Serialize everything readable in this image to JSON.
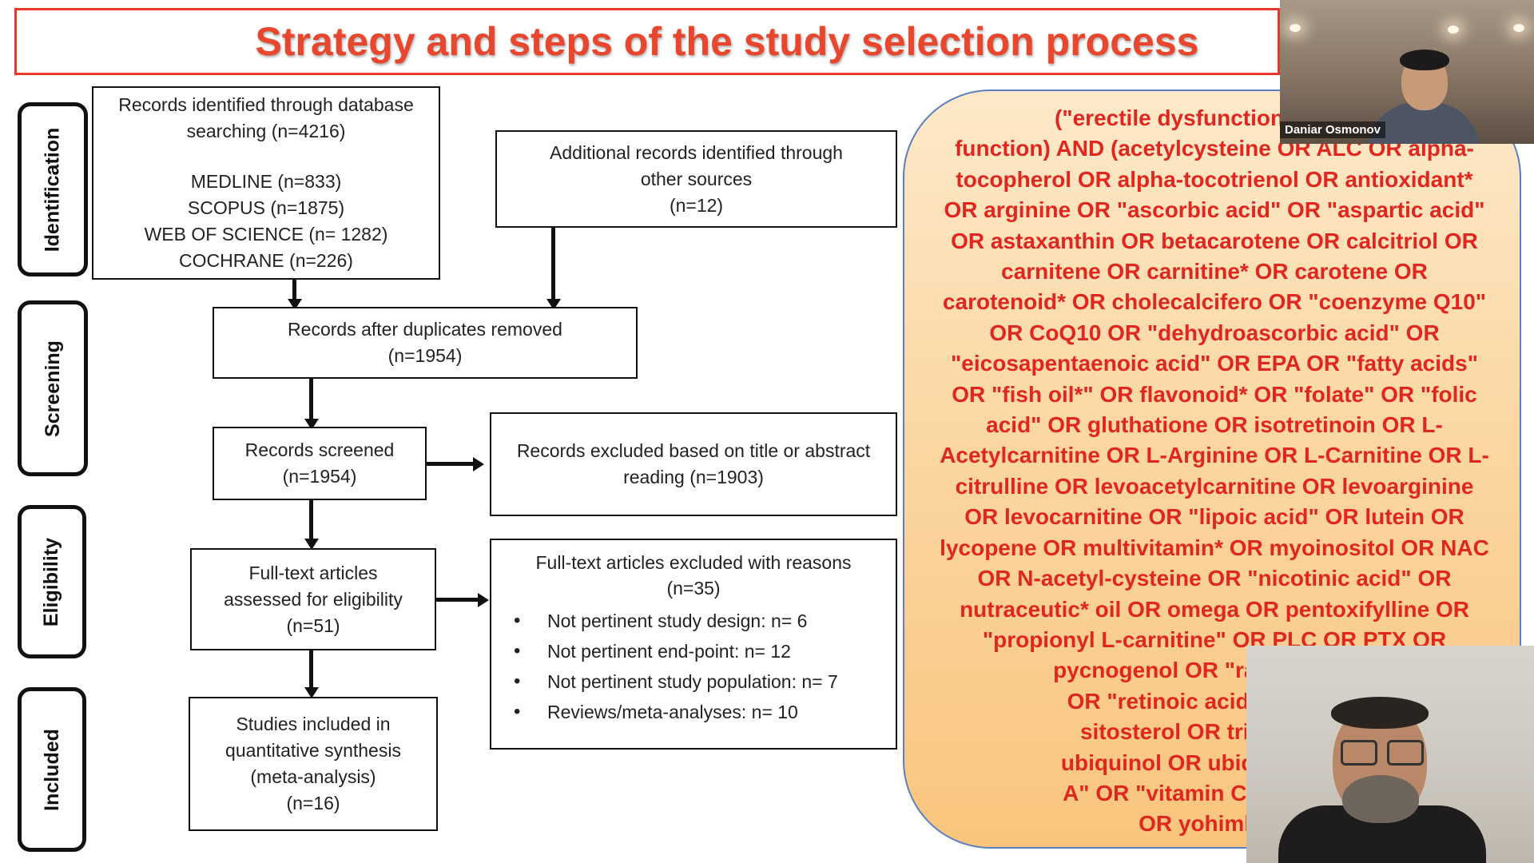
{
  "slide": {
    "title": "Strategy and steps of the study selection process",
    "phases": [
      "Identification",
      "Screening",
      "Eligibility",
      "Included"
    ],
    "boxes": {
      "db_search": {
        "line1": "Records identified through database",
        "line2": "searching (n=4216)",
        "sources": [
          "MEDLINE (n=833)",
          "SCOPUS (n=1875)",
          "WEB OF SCIENCE (n= 1282)",
          "COCHRANE (n=226)"
        ]
      },
      "other_sources": {
        "line1": "Additional records identified through",
        "line2": "other sources",
        "line3": "(n=12)"
      },
      "duplicates_removed": {
        "line1": "Records after duplicates removed",
        "line2": "(n=1954)"
      },
      "screened": {
        "line1": "Records screened",
        "line2": "(n=1954)"
      },
      "excluded_title": {
        "line1": "Records excluded based on title or abstract",
        "line2": "reading (n=1903)"
      },
      "fulltext_assessed": {
        "line1": "Full-text articles",
        "line2": "assessed for eligibility",
        "line3": "(n=51)"
      },
      "fulltext_excluded": {
        "line1": "Full-text articles excluded with reasons",
        "line2": "(n=35)",
        "reasons": [
          "Not pertinent study design: n= 6",
          "Not pertinent end-point: n= 12",
          "Not pertinent study population: n= 7",
          "Reviews/meta-analyses: n= 10"
        ]
      },
      "included": {
        "line1": "Studies included in",
        "line2": "quantitative synthesis",
        "line3": "(meta-analysis)",
        "line4": "(n=16)"
      }
    },
    "query_lines": [
      "(\"erectile dysfunction\"  OR  ere",
      "function)  AND  (acetylcysteine OR ALC OR alpha-",
      "tocopherol OR alpha-tocotrienol OR antioxidant*",
      "OR arginine OR \"ascorbic acid\" OR \"aspartic acid\"",
      "OR astaxanthin OR betacarotene OR calcitriol OR",
      "carnitene OR carnitine* OR carotene OR",
      "carotenoid* OR cholecalcifero OR \"coenzyme Q10\"",
      "OR CoQ10 OR \"dehydroascorbic acid\" OR",
      "\"eicosapentaenoic acid\" OR EPA OR \"fatty acids\"",
      "OR \"fish oil*\" OR flavonoid* OR \"folate\" OR \"folic",
      "acid\" OR gluthatione OR isotretinoin OR L-",
      "Acetylcarnitine OR L-Arginine OR L-Carnitine OR L-",
      "citrulline OR levoacetylcarnitine OR levoarginine",
      "OR levocarnitine OR \"lipoic acid\" OR lutein OR",
      "lycopene OR multivitamin* OR myoinositol OR NAC",
      "OR N-acetyl-cysteine OR \"nicotinic acid\" OR",
      "nutraceutic* oil OR omega OR pentoxifylline OR",
      "\"propionyl L-carnitine\" OR PLC OR PTX OR",
      "pycnogenol OR \"radical scave",
      "OR \"retinoic acid\" OR ribofl",
      "sitosterol OR tribulus OR",
      "ubiquinol OR ubiquinone OR",
      "A\" OR \"vitamin C\" OR \"vitan",
      "OR yohimbine"
    ]
  },
  "video": {
    "participant1_name": "Daniar Osmonov"
  }
}
